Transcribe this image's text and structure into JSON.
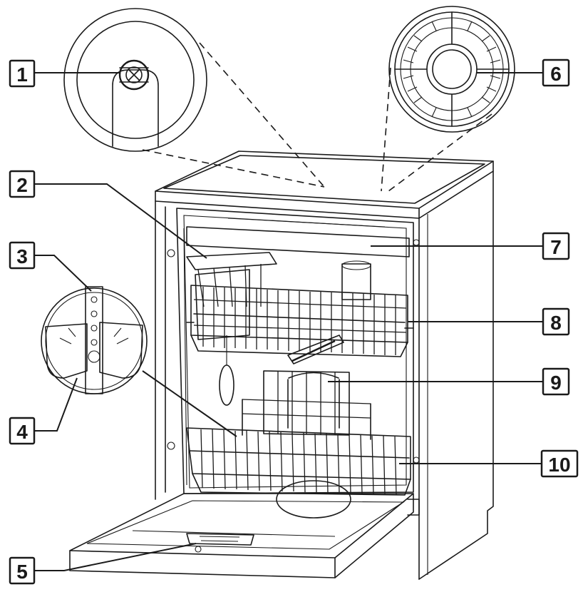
{
  "callouts": [
    {
      "label": "1"
    },
    {
      "label": "2"
    },
    {
      "label": "3"
    },
    {
      "label": "4"
    },
    {
      "label": "5"
    },
    {
      "label": "6"
    },
    {
      "label": "7"
    },
    {
      "label": "8"
    },
    {
      "label": "9"
    },
    {
      "label": "10"
    }
  ],
  "colors": {
    "ink": "#1a1a1a",
    "background": "#ffffff"
  }
}
